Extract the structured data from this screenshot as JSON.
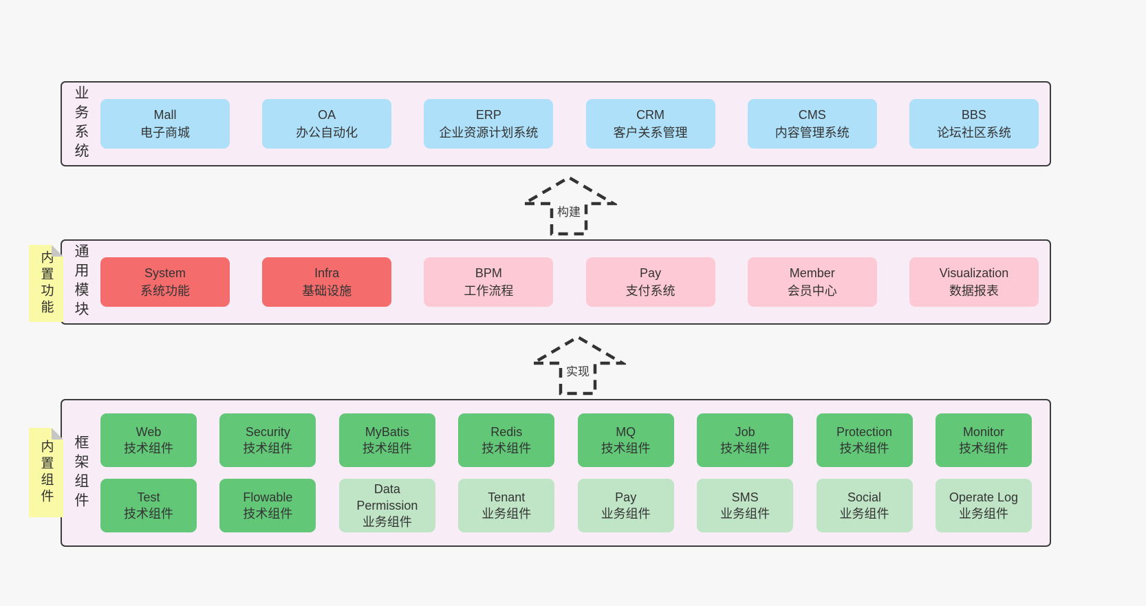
{
  "colors": {
    "page_bg": "#f7f7f7",
    "panel_bg": "#f8edf6",
    "panel_border": "#3b3b3b",
    "box_blue": "#aee0f9",
    "box_red": "#f56c6c",
    "box_pink": "#fdc9d4",
    "box_green": "#62c878",
    "box_light_green": "#c0e5c6",
    "tab_yellow": "#fafaa6",
    "tab_fold_gray": "#c6c6c6",
    "text": "#333333"
  },
  "arrows": [
    {
      "label": "构建"
    },
    {
      "label": "实现"
    }
  ],
  "sections": [
    {
      "label": "业务系统",
      "boxes": [
        {
          "name": "Mall",
          "desc": "电子商城"
        },
        {
          "name": "OA",
          "desc": "办公自动化"
        },
        {
          "name": "ERP",
          "desc": "企业资源计划系统"
        },
        {
          "name": "CRM",
          "desc": "客户关系管理"
        },
        {
          "name": "CMS",
          "desc": "内容管理系统"
        },
        {
          "name": "BBS",
          "desc": "论坛社区系统"
        }
      ]
    },
    {
      "label": "通用模块",
      "tab": "内置功能",
      "boxes": [
        {
          "name": "System",
          "desc": "系统功能"
        },
        {
          "name": "Infra",
          "desc": "基础设施"
        },
        {
          "name": "BPM",
          "desc": "工作流程"
        },
        {
          "name": "Pay",
          "desc": "支付系统"
        },
        {
          "name": "Member",
          "desc": "会员中心"
        },
        {
          "name": "Visualization",
          "desc": "数据报表"
        }
      ]
    },
    {
      "label": "框架组件",
      "tab": "内置组件",
      "rows": [
        [
          {
            "name": "Web",
            "desc": "技术组件"
          },
          {
            "name": "Security",
            "desc": "技术组件"
          },
          {
            "name": "MyBatis",
            "desc": "技术组件"
          },
          {
            "name": "Redis",
            "desc": "技术组件"
          },
          {
            "name": "MQ",
            "desc": "技术组件"
          },
          {
            "name": "Job",
            "desc": "技术组件"
          },
          {
            "name": "Protection",
            "desc": "技术组件"
          },
          {
            "name": "Monitor",
            "desc": "技术组件"
          }
        ],
        [
          {
            "name": "Test",
            "desc": "技术组件"
          },
          {
            "name": "Flowable",
            "desc": "技术组件"
          },
          {
            "name": "Data Permission",
            "desc": "业务组件"
          },
          {
            "name": "Tenant",
            "desc": "业务组件"
          },
          {
            "name": "Pay",
            "desc": "业务组件"
          },
          {
            "name": "SMS",
            "desc": "业务组件"
          },
          {
            "name": "Social",
            "desc": "业务组件"
          },
          {
            "name": "Operate Log",
            "desc": "业务组件"
          }
        ]
      ]
    }
  ]
}
